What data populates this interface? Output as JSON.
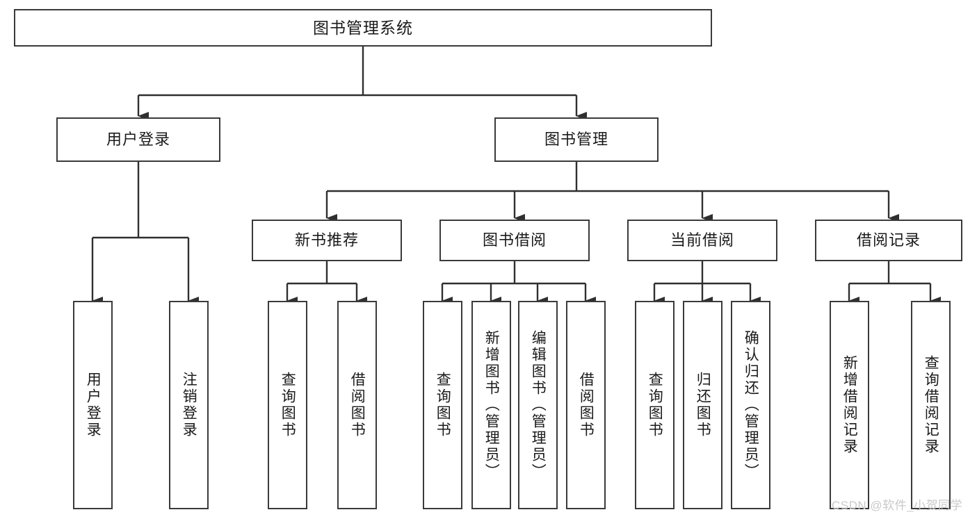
{
  "diagram": {
    "type": "tree-hierarchy-flowchart",
    "title": "图书管理系统",
    "style": {
      "box_fill": "#ffffff",
      "box_border": "#3a3a3a",
      "connector": "#2f2f2f",
      "text": "#1a1a1a",
      "background": "#ffffff",
      "watermark_color": "#c9c9c9"
    },
    "levels": {
      "level1": [
        {
          "id": "root",
          "label": "图书管理系统"
        }
      ],
      "level2": [
        {
          "id": "user-login",
          "label": "用户登录",
          "parent": "root"
        },
        {
          "id": "book-manage",
          "label": "图书管理",
          "parent": "root"
        }
      ],
      "level3": [
        {
          "id": "new-book-rec",
          "label": "新书推荐",
          "parent": "book-manage"
        },
        {
          "id": "book-borrow",
          "label": "图书借阅",
          "parent": "book-manage"
        },
        {
          "id": "current-borrow",
          "label": "当前借阅",
          "parent": "book-manage"
        },
        {
          "id": "borrow-record",
          "label": "借阅记录",
          "parent": "book-manage"
        }
      ],
      "leaves": [
        {
          "id": "leaf-user-login",
          "label": "用户登录",
          "parent": "user-login"
        },
        {
          "id": "leaf-user-logout",
          "label": "注销登录",
          "parent": "user-login"
        },
        {
          "id": "leaf-query-book-1",
          "label": "查询图书",
          "parent": "new-book-rec"
        },
        {
          "id": "leaf-borrow-book-1",
          "label": "借阅图书",
          "parent": "new-book-rec"
        },
        {
          "id": "leaf-query-book-2",
          "label": "查询图书",
          "parent": "book-borrow"
        },
        {
          "id": "leaf-add-book",
          "label": "新增图书（管理员）",
          "parent": "book-borrow"
        },
        {
          "id": "leaf-edit-book",
          "label": "编辑图书（管理员）",
          "parent": "book-borrow"
        },
        {
          "id": "leaf-borrow-book-2",
          "label": "借阅图书",
          "parent": "book-borrow"
        },
        {
          "id": "leaf-query-book-3",
          "label": "查询图书",
          "parent": "current-borrow"
        },
        {
          "id": "leaf-return-book",
          "label": "归还图书",
          "parent": "current-borrow"
        },
        {
          "id": "leaf-confirm-return",
          "label": "确认归还（管理员）",
          "parent": "current-borrow"
        },
        {
          "id": "leaf-add-record",
          "label": "新增借阅记录",
          "parent": "borrow-record"
        },
        {
          "id": "leaf-query-record",
          "label": "查询借阅记录",
          "parent": "borrow-record"
        }
      ]
    }
  },
  "watermark": {
    "text": "CSDN @软件_小贺同学"
  }
}
